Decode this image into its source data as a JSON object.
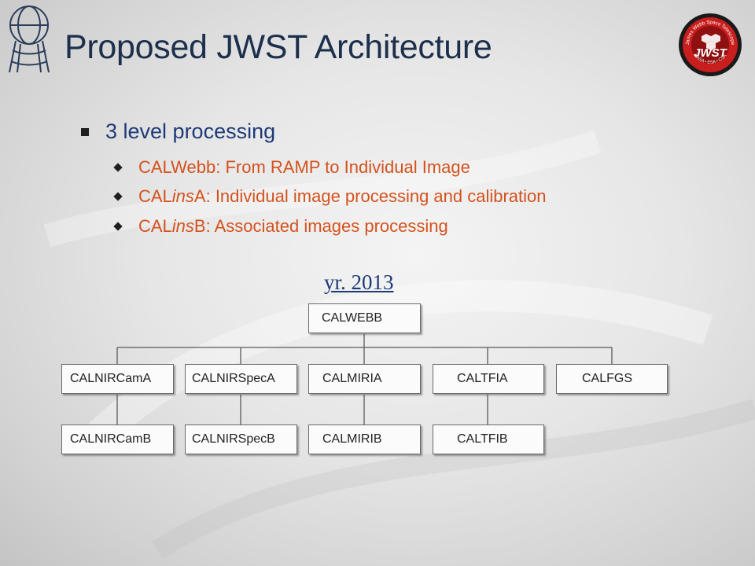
{
  "header": {
    "title": "Proposed JWST Architecture",
    "jwst_logo_text": "JWST",
    "jwst_logo_ring": "James Webb Space Telescope",
    "jwst_logo_agencies": "NASA • ESA • CSA"
  },
  "bullets": {
    "main": "3 level processing",
    "sub": [
      {
        "prefix": "CALWebb: From RAMP to Individual Image",
        "italic": "",
        "suffix": ""
      },
      {
        "prefix": "CAL",
        "italic": "ins",
        "suffix": "A: Individual image processing and calibration"
      },
      {
        "prefix": "CAL",
        "italic": "ins",
        "suffix": "B: Associated images processing"
      }
    ]
  },
  "diagram": {
    "year_label": "yr. 2013",
    "root": "CALWEBB",
    "level1": [
      "CALNIRCamA",
      "CALNIRSpecA",
      "CALMIRIA",
      "CALTFIA",
      "CALFGS"
    ],
    "level2": [
      "CALNIRCamB",
      "CALNIRSpecB",
      "CALMIRIB",
      "CALTFIB"
    ]
  },
  "colors": {
    "title": "#1c2f4c",
    "main_bullet_text": "#1f3a78",
    "sub_bullet_text": "#d4521e",
    "jwst_logo_red": "#c81e1e"
  }
}
